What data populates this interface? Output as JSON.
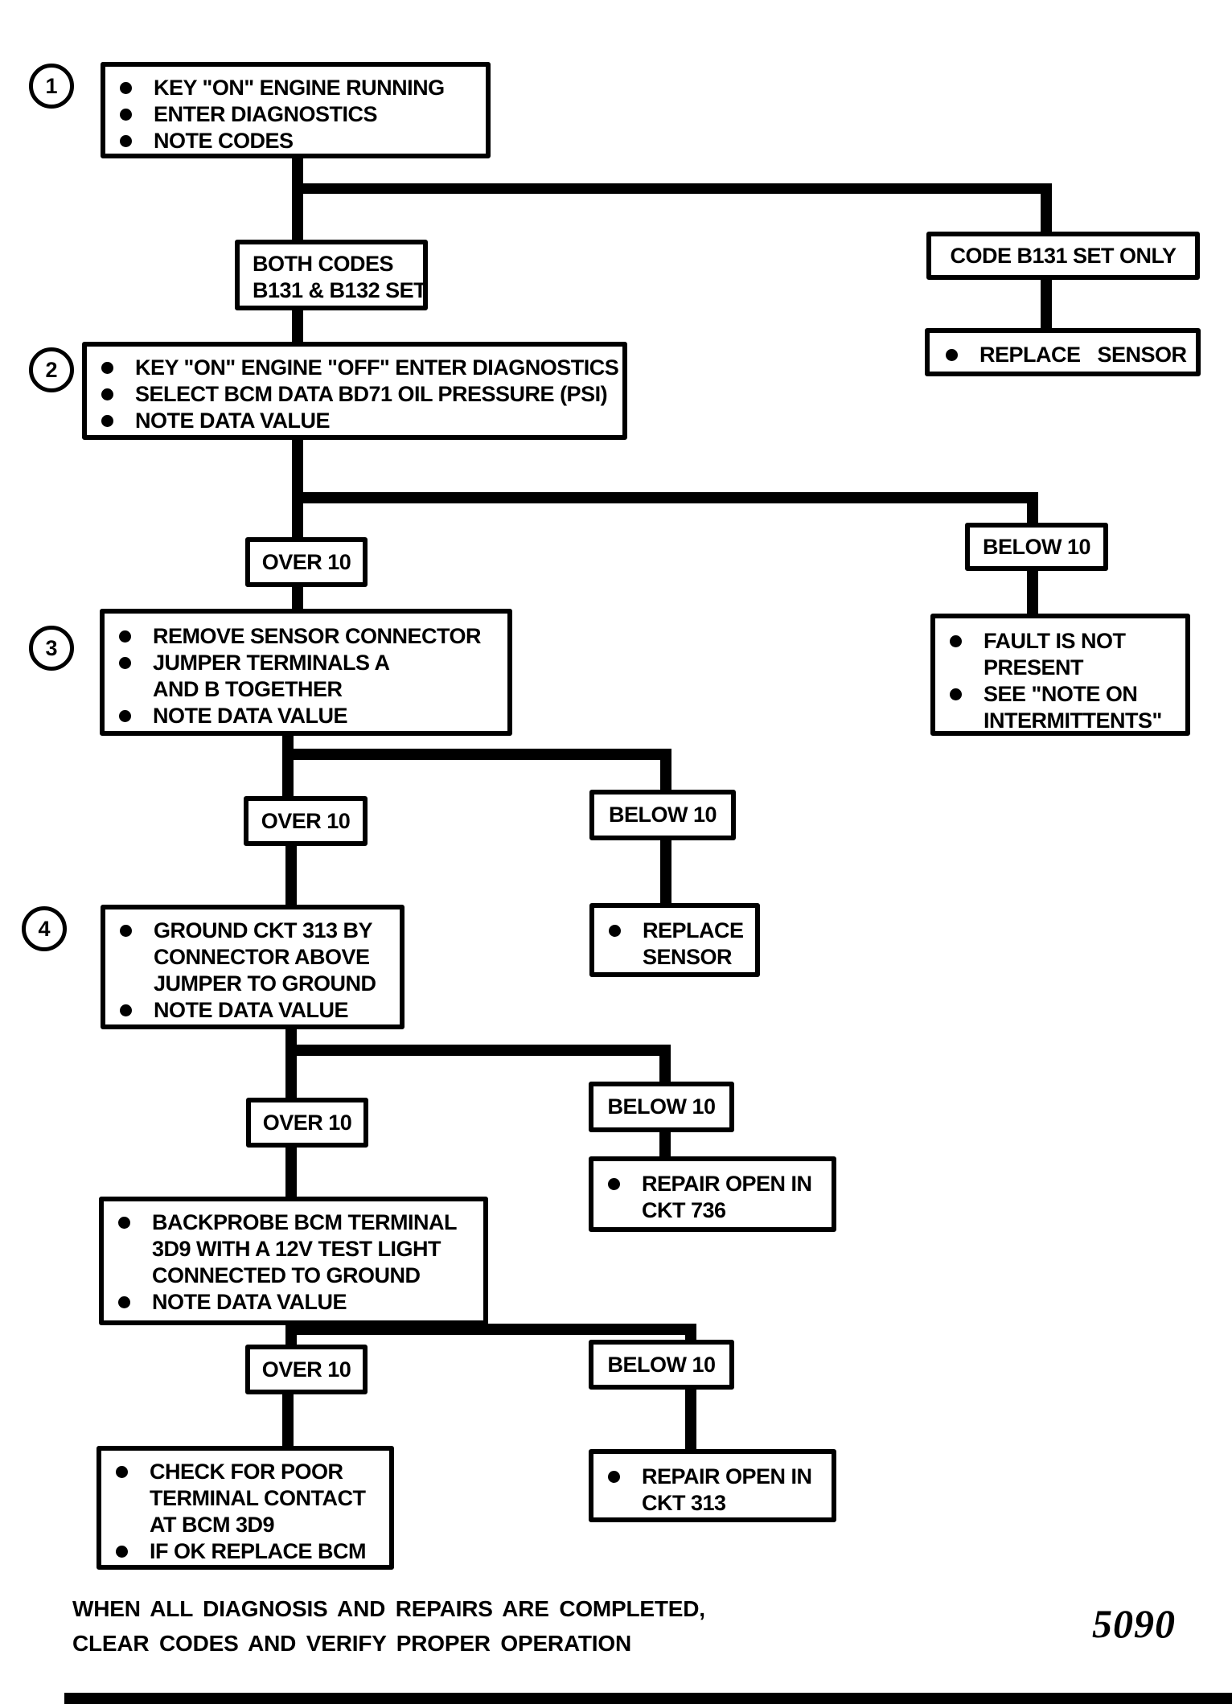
{
  "decisions": {
    "over": "OVER 10",
    "below": "BELOW 10"
  },
  "steps": {
    "s1": {
      "badge": "1",
      "items": [
        [
          "KEY \"ON\" ENGINE RUNNING"
        ],
        [
          "ENTER DIAGNOSTICS"
        ],
        [
          "NOTE CODES"
        ]
      ]
    },
    "s2": {
      "badge": "2",
      "items": [
        [
          "KEY \"ON\" ENGINE \"OFF\" ENTER DIAGNOSTICS"
        ],
        [
          "SELECT BCM DATA BD71 OIL PRESSURE (PSI)"
        ],
        [
          "NOTE DATA VALUE"
        ]
      ]
    },
    "s3": {
      "badge": "3",
      "items": [
        [
          "REMOVE SENSOR CONNECTOR"
        ],
        [
          "JUMPER TERMINALS A",
          "AND B TOGETHER"
        ],
        [
          "NOTE DATA VALUE"
        ]
      ]
    },
    "s4": {
      "badge": "4",
      "items": [
        [
          "GROUND CKT 313 BY",
          "CONNECTOR ABOVE",
          "JUMPER TO GROUND"
        ],
        [
          "NOTE DATA VALUE"
        ]
      ]
    },
    "s5": {
      "items": [
        [
          "BACKPROBE BCM TERMINAL",
          "3D9 WITH A 12V TEST LIGHT",
          "CONNECTED TO GROUND"
        ],
        [
          "NOTE DATA VALUE"
        ]
      ]
    },
    "s6": {
      "items": [
        [
          "CHECK FOR POOR",
          "TERMINAL CONTACT",
          "AT BCM 3D9"
        ],
        [
          "IF OK REPLACE BCM"
        ]
      ]
    }
  },
  "outcomes": {
    "both_codes": {
      "lines": [
        "BOTH CODES",
        "B131 & B132 SET"
      ]
    },
    "code_b131_only": {
      "label": "CODE B131 SET ONLY"
    },
    "replace_sensor_top": {
      "items": [
        [
          "REPLACE SENSOR"
        ]
      ]
    },
    "fault_not_present": {
      "items": [
        [
          "FAULT IS NOT",
          "PRESENT"
        ],
        [
          "SEE \"NOTE ON",
          "INTERMITTENTS\""
        ]
      ]
    },
    "replace_sensor_mid": {
      "items": [
        [
          "REPLACE",
          "SENSOR"
        ]
      ]
    },
    "repair_ckt_736": {
      "items": [
        [
          "REPAIR OPEN IN",
          "CKT 736"
        ]
      ]
    },
    "repair_ckt_313": {
      "items": [
        [
          "REPAIR OPEN IN",
          "CKT 313"
        ]
      ]
    }
  },
  "footer": {
    "line1": "WHEN ALL DIAGNOSIS AND REPAIRS ARE COMPLETED,",
    "line2": "CLEAR CODES AND VERIFY PROPER OPERATION"
  },
  "figure": {
    "number_label": "5090"
  }
}
